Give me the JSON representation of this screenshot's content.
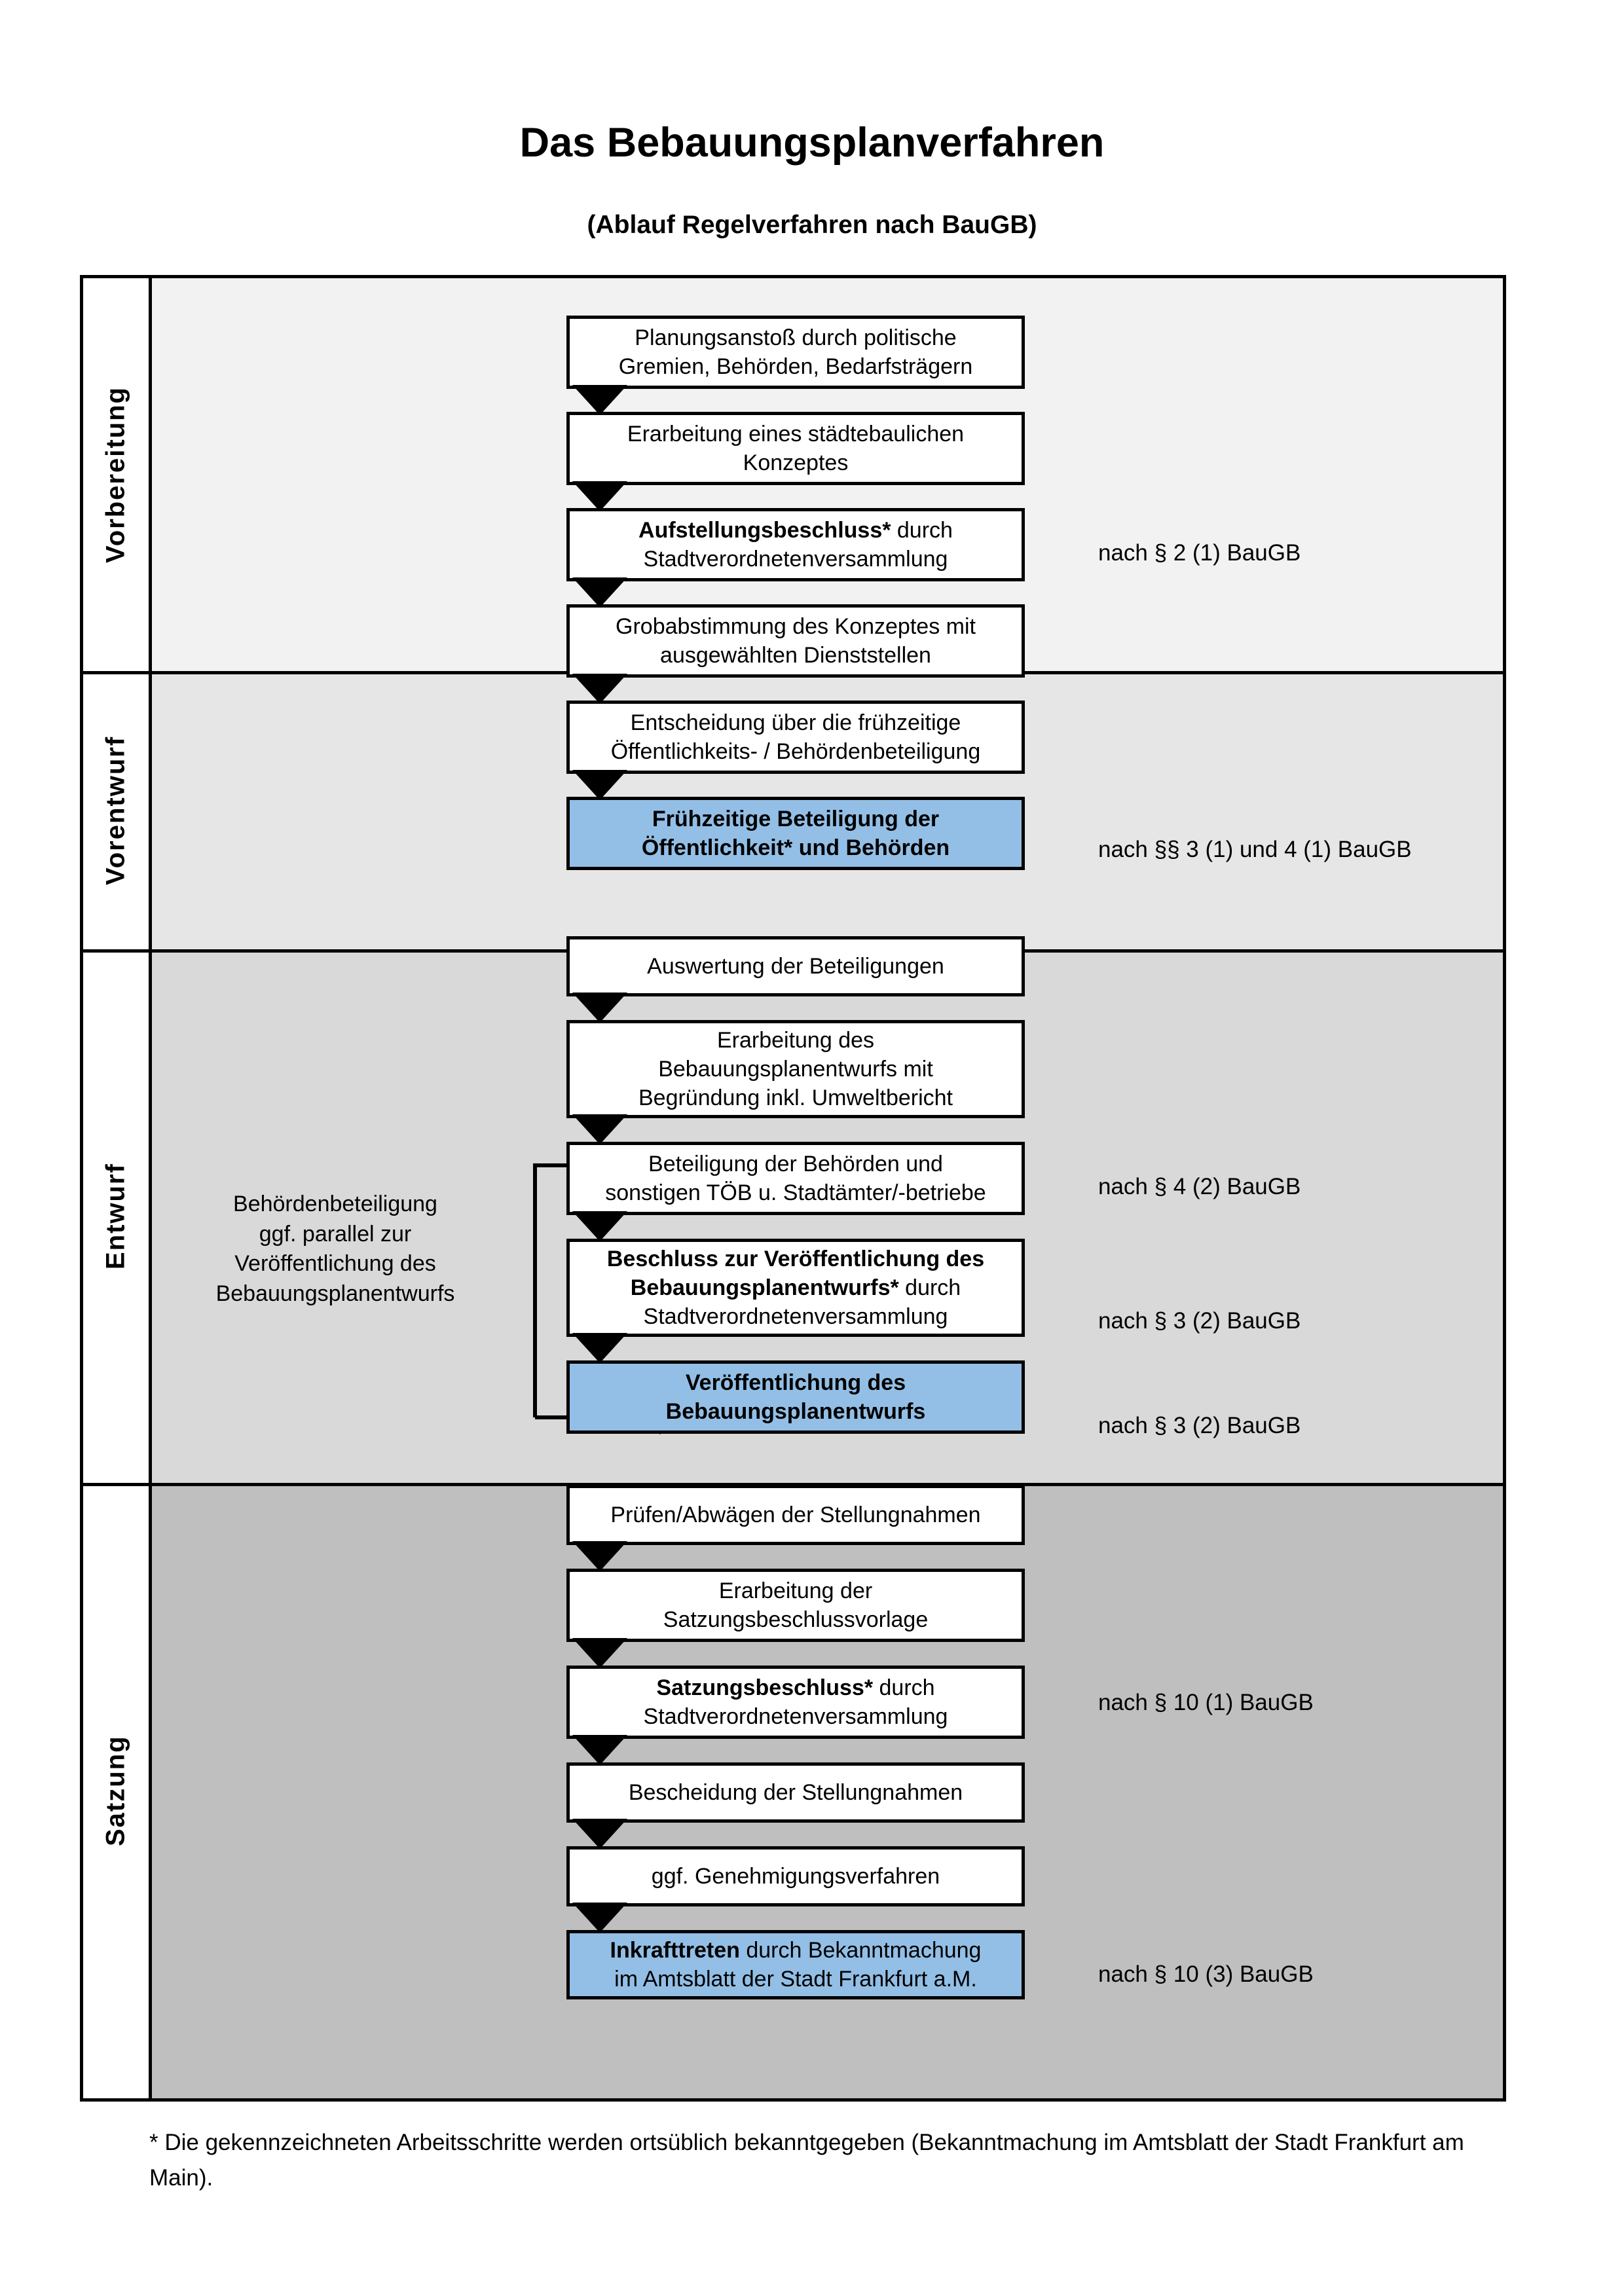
{
  "header": {
    "title": "Das Bebauungsplanverfahren",
    "subtitle": "(Ablauf Regelverfahren nach BauGB)"
  },
  "phases": [
    {
      "name": "Vorbereitung"
    },
    {
      "name": "Vorentwurf"
    },
    {
      "name": "Entwurf"
    },
    {
      "name": "Satzung"
    }
  ],
  "steps": [
    {
      "id": "planungsanstoss",
      "lines": [
        "Planungsanstoß durch politische",
        "Gremien, Behörden, Bedarfsträgern"
      ],
      "bold_prefix": "",
      "highlight": false
    },
    {
      "id": "konzept",
      "lines": [
        "Erarbeitung eines städtebaulichen",
        "Konzeptes"
      ],
      "bold_prefix": "",
      "highlight": false
    },
    {
      "id": "aufstellungsbeschluss",
      "lines": [
        "Aufstellungsbeschluss* durch",
        "Stadtverordnetenversammlung"
      ],
      "bold_prefix": "Aufstellungsbeschluss*",
      "highlight": false
    },
    {
      "id": "grobabstimmung",
      "lines": [
        "Grobabstimmung des Konzeptes mit",
        "ausgewählten Dienststellen"
      ],
      "bold_prefix": "",
      "highlight": false
    },
    {
      "id": "entscheidung",
      "lines": [
        "Entscheidung über die frühzeitige",
        "Öffentlichkeits- / Behördenbeteiligung"
      ],
      "bold_prefix": "",
      "highlight": false
    },
    {
      "id": "fruehzeitige-beteiligung",
      "lines": [
        "Frühzeitige Beteiligung der",
        "Öffentlichkeit* und Behörden"
      ],
      "bold_prefix": "ALL",
      "highlight": true
    },
    {
      "id": "auswertung",
      "lines": [
        "Auswertung der Beteiligungen"
      ],
      "bold_prefix": "",
      "highlight": false
    },
    {
      "id": "erarbeitung-entwurf",
      "lines": [
        "Erarbeitung des",
        "Bebauungsplanentwurfs mit",
        "Begründung inkl. Umweltbericht"
      ],
      "bold_prefix": "",
      "highlight": false
    },
    {
      "id": "beteiligung-behoerden",
      "lines": [
        "Beteiligung der Behörden und",
        "sonstigen TÖB u. Stadtämter/-betriebe"
      ],
      "bold_prefix": "",
      "highlight": false
    },
    {
      "id": "beschluss-veroeffentlichung",
      "lines": [
        "Beschluss zur Veröffentlichung des",
        "Bebauungsplanentwurfs* durch",
        "Stadtverordnetenversammlung"
      ],
      "bold_prefix": "Beschluss zur Veröffentlichung des Bebauungsplanentwurfs*",
      "highlight": false
    },
    {
      "id": "veroeffentlichung",
      "lines": [
        "Veröffentlichung des",
        "Bebauungsplanentwurfs"
      ],
      "bold_prefix": "ALL",
      "highlight": true
    },
    {
      "id": "pruefen-abwaegen",
      "lines": [
        "Prüfen/Abwägen der Stellungnahmen"
      ],
      "bold_prefix": "",
      "highlight": false
    },
    {
      "id": "satzungsbeschlussvorlage",
      "lines": [
        "Erarbeitung der",
        "Satzungsbeschlussvorlage"
      ],
      "bold_prefix": "",
      "highlight": false
    },
    {
      "id": "satzungsbeschluss",
      "lines": [
        "Satzungsbeschluss* durch",
        "Stadtverordnetenversammlung"
      ],
      "bold_prefix": "Satzungsbeschluss*",
      "highlight": false
    },
    {
      "id": "bescheidung",
      "lines": [
        "Bescheidung der Stellungnahmen"
      ],
      "bold_prefix": "",
      "highlight": false
    },
    {
      "id": "genehmigungsverfahren",
      "lines": [
        "ggf. Genehmigungsverfahren"
      ],
      "bold_prefix": "",
      "highlight": false
    },
    {
      "id": "inkrafttreten",
      "lines": [
        "Inkrafttreten durch Bekanntmachung",
        "im Amtsblatt der Stadt Frankfurt a.M."
      ],
      "bold_prefix": "Inkrafttreten",
      "highlight": true
    }
  ],
  "law_notes": [
    {
      "id": "note-1",
      "text": "nach § 2 (1) BauGB"
    },
    {
      "id": "note-2",
      "text": "nach §§ 3 (1) und 4 (1) BauGB"
    },
    {
      "id": "note-3",
      "text": "nach § 4 (2) BauGB"
    },
    {
      "id": "note-4",
      "text": "nach § 3 (2) BauGB"
    },
    {
      "id": "note-5",
      "text": "nach § 3 (2) BauGB"
    },
    {
      "id": "note-6",
      "text": "nach § 10 (1) BauGB"
    },
    {
      "id": "note-7",
      "text": "nach § 10 (3) BauGB"
    }
  ],
  "side_note": {
    "lines": [
      "Behördenbeteiligung",
      "ggf. parallel zur",
      "Veröffentlichung des",
      "Bebauungsplanentwurfs"
    ]
  },
  "footnote": "* Die gekennzeichneten Arbeitsschritte werden ortsüblich bekanntgegeben (Bekanntmachung im Amtsblatt  der Stadt Frankfurt am Main).",
  "colors": {
    "highlight": "#93BFE6",
    "band_vorbereitung": "#F2F2F2",
    "band_vorentwurf": "#E6E6E6",
    "band_entwurf": "#D9D9D9",
    "band_satzung": "#BFBFBF",
    "box_border": "#000000",
    "box_fill": "#FFFFFF"
  }
}
